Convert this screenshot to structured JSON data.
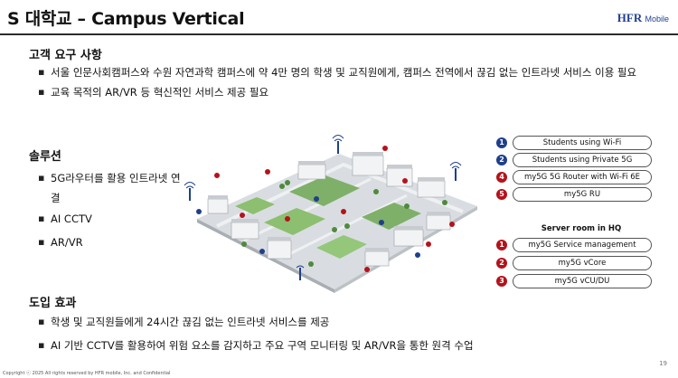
{
  "header": {
    "title": "S 대학교 – Campus Vertical",
    "logo_main": "HFR",
    "logo_sub": "Mobile"
  },
  "needs": {
    "title": "고객 요구 사항",
    "items": [
      "서울 인문사회캠퍼스와 수원 자연과학 캠퍼스에 약 4만 명의 학생 및 교직원에게, 캠퍼스 전역에서 끊김 없는 인트라넷 서비스 이용 필요",
      "교육 목적의 AR/VR 등 혁신적인 서비스 제공 필요"
    ]
  },
  "solution": {
    "title": "솔루션",
    "items": [
      "5G라우터를 활용 인트라넷 연결",
      "AI CCTV",
      "AR/VR"
    ]
  },
  "effects": {
    "title": "도입 효과",
    "items": [
      "학생 및 교직원들에게 24시간 끊김 없는 인트라넷 서비스를 제공",
      "AI 기반 CCTV를 활용하여 위험 요소를 감지하고 주요 구역 모니터링 및 AR/VR을 통한 원격 수업"
    ]
  },
  "legend": {
    "campus_items": [
      {
        "num": "1",
        "color": "#1e3f8a",
        "label": "Students using Wi-Fi"
      },
      {
        "num": "2",
        "color": "#1e3f8a",
        "label": "Students using Private 5G"
      },
      {
        "num": "4",
        "color": "#b5121b",
        "label": "my5G 5G Router with Wi-Fi 6E"
      },
      {
        "num": "5",
        "color": "#b5121b",
        "label": "my5G RU"
      }
    ],
    "server_title": "Server room in HQ",
    "server_items": [
      {
        "num": "1",
        "color": "#b5121b",
        "label": "my5G Service management"
      },
      {
        "num": "2",
        "color": "#b5121b",
        "label": "my5G vCore"
      },
      {
        "num": "3",
        "color": "#b5121b",
        "label": "my5G vCU/DU"
      }
    ]
  },
  "footer": {
    "copyright": "Copyright ⓒ 2025 All rights reserved by HFR mobile, Inc. and Confidential",
    "page_number": "19"
  }
}
